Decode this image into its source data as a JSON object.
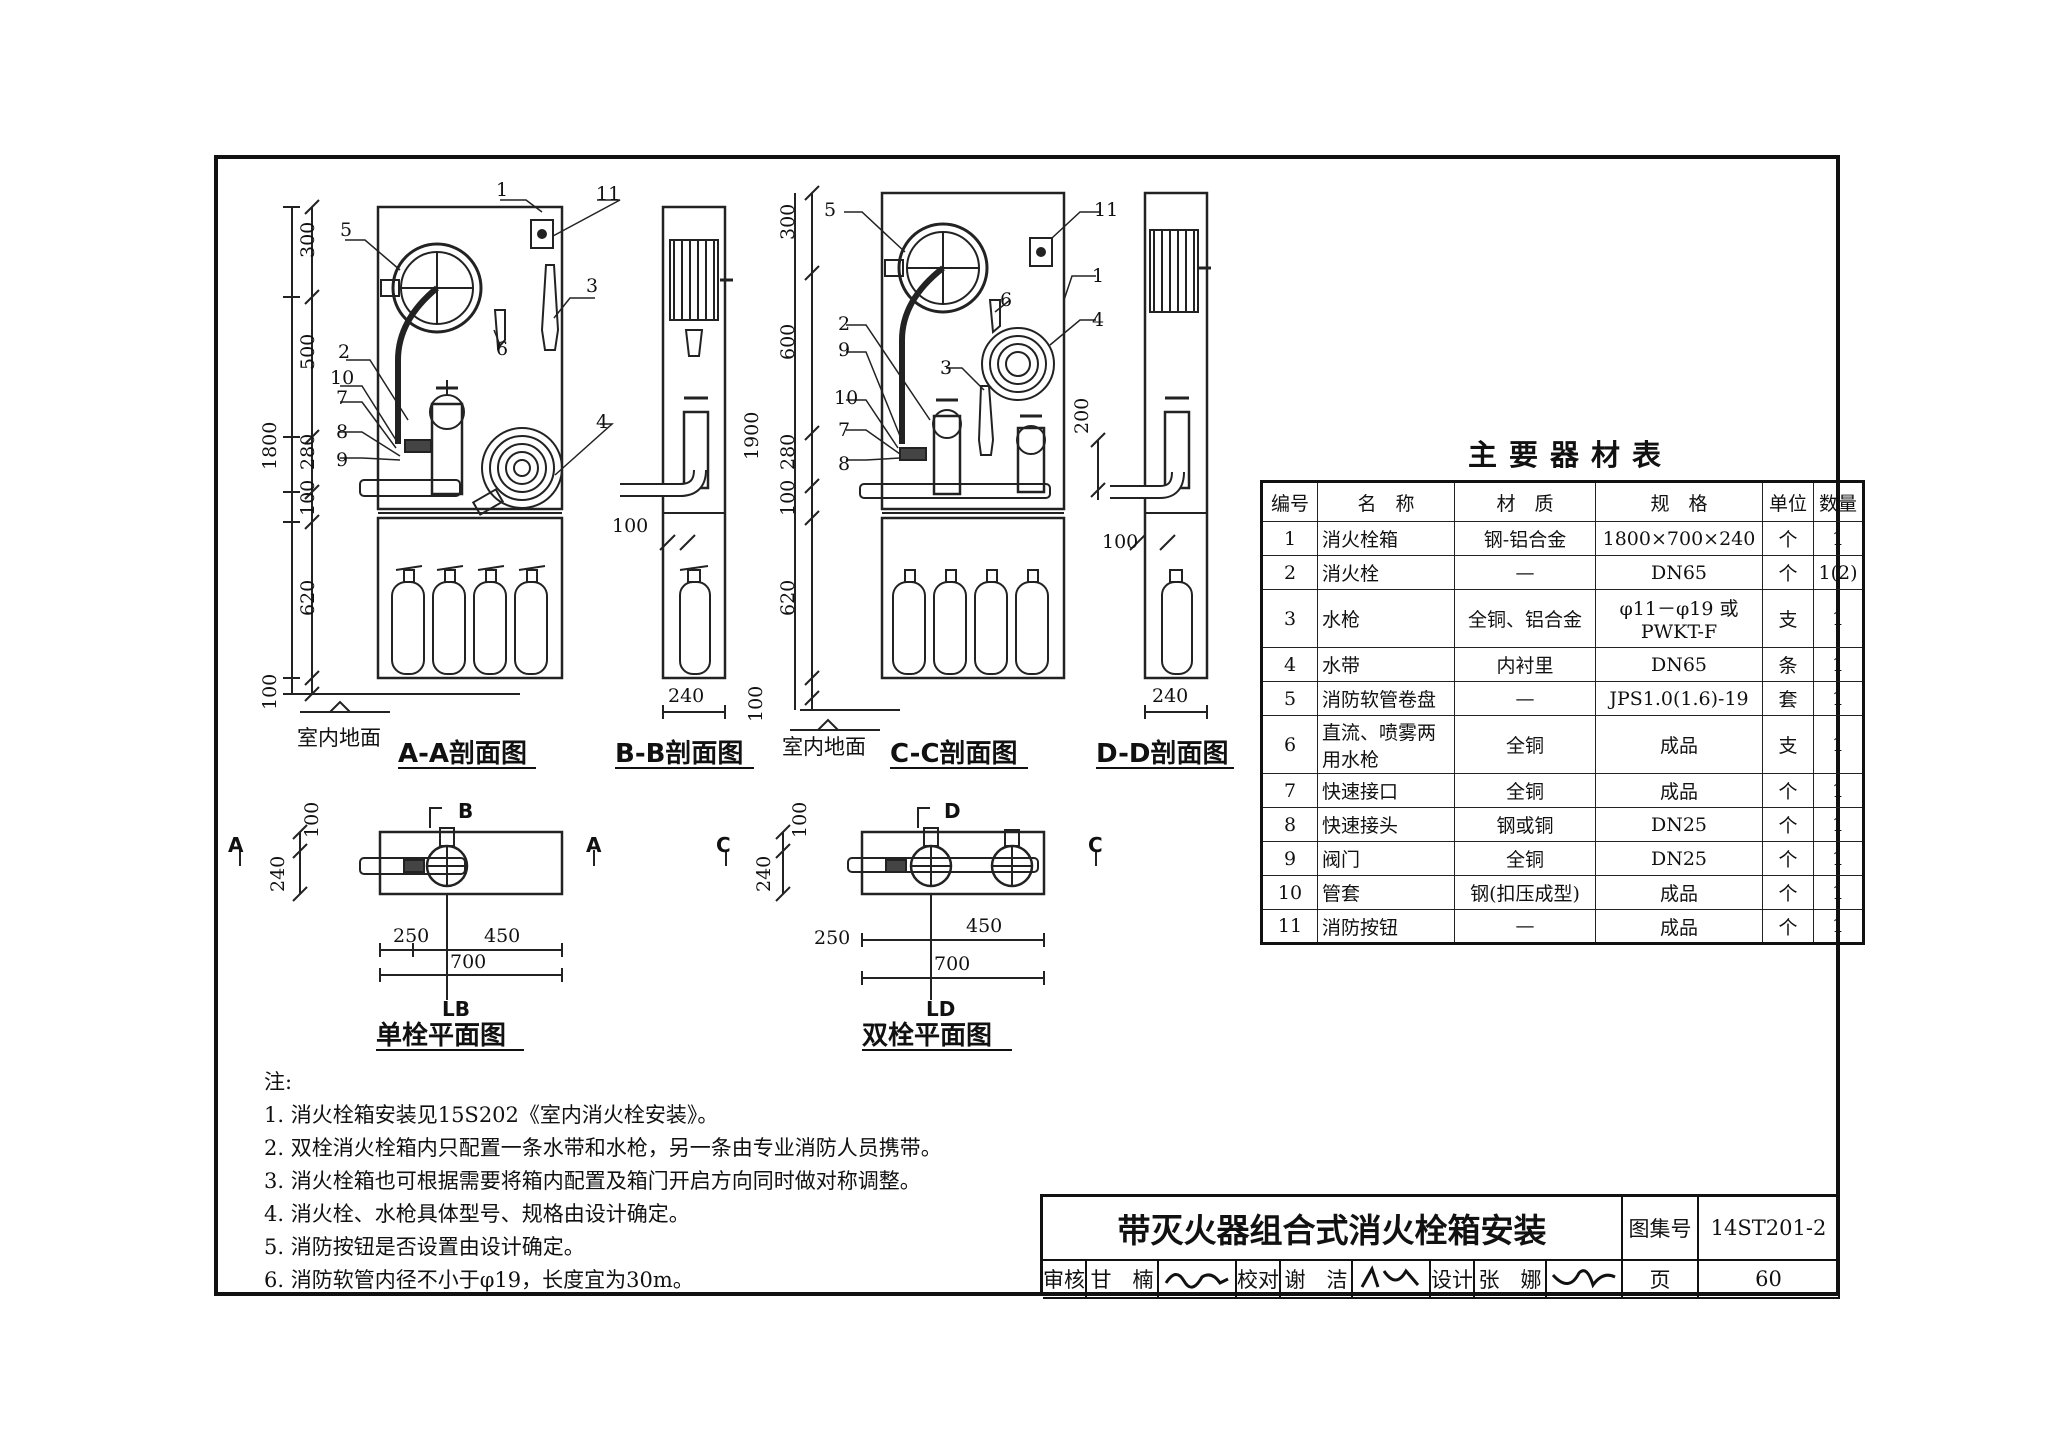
{
  "views": {
    "aa": "A-A剖面图",
    "bb": "B-B剖面图",
    "cc": "C-C剖面图",
    "dd": "D-D剖面图",
    "single": "单栓平面图",
    "double": "双栓平面图"
  },
  "floor_label": "室内地面",
  "dims": {
    "d300": "300",
    "d500": "500",
    "d1800": "1800",
    "d280": "280",
    "d100": "100",
    "d620": "620",
    "d1900": "1900",
    "d600": "600",
    "d200": "200",
    "d240": "240",
    "d250": "250",
    "d450": "450",
    "d700": "700"
  },
  "callouts": [
    "1",
    "2",
    "3",
    "4",
    "5",
    "6",
    "7",
    "8",
    "9",
    "10",
    "11"
  ],
  "section_marks": {
    "a": "A",
    "b": "B",
    "c": "C",
    "d": "D",
    "lb": "LB",
    "ld": "LD"
  },
  "bom": {
    "title": "主要器材表",
    "headers": [
      "编号",
      "名　称",
      "材　质",
      "规　格",
      "单位",
      "数量"
    ],
    "rows": [
      [
        "1",
        "消火栓箱",
        "钢-铝合金",
        "1800×700×240",
        "个",
        "1"
      ],
      [
        "2",
        "消火栓",
        "—",
        "DN65",
        "个",
        "1(2)"
      ],
      [
        "3",
        "水枪",
        "全铜、铝合金",
        "φ11－φ19 或PWKT-F",
        "支",
        "1"
      ],
      [
        "4",
        "水带",
        "内衬里",
        "DN65",
        "条",
        "1"
      ],
      [
        "5",
        "消防软管卷盘",
        "—",
        "JPS1.0(1.6)-19",
        "套",
        "1"
      ],
      [
        "6",
        "直流、喷雾两用水枪",
        "全铜",
        "成品",
        "支",
        "1"
      ],
      [
        "7",
        "快速接口",
        "全铜",
        "成品",
        "个",
        "1"
      ],
      [
        "8",
        "快速接头",
        "钢或铜",
        "DN25",
        "个",
        "1"
      ],
      [
        "9",
        "阀门",
        "全铜",
        "DN25",
        "个",
        "1"
      ],
      [
        "10",
        "管套",
        "钢(扣压成型)",
        "成品",
        "个",
        "1"
      ],
      [
        "11",
        "消防按钮",
        "—",
        "成品",
        "个",
        "1"
      ]
    ]
  },
  "notes": {
    "heading": "注:",
    "items": [
      "1. 消火栓箱安装见15S202《室内消火栓安装》。",
      "2. 双栓消火栓箱内只配置一条水带和水枪，另一条由专业消防人员携带。",
      "3. 消火栓箱也可根据需要将箱内配置及箱门开启方向同时做对称调整。",
      "4. 消火栓、水枪具体型号、规格由设计确定。",
      "5. 消防按钮是否设置由设计确定。",
      "6. 消防软管内径不小于φ19，长度宜为30m。"
    ]
  },
  "title_block": {
    "title": "带灭火器组合式消火栓箱安装",
    "atlas_label": "图集号",
    "atlas_no": "14ST201-2",
    "review_label": "审核",
    "reviewer": "甘　楠",
    "check_label": "校对",
    "checker": "谢　洁",
    "design_label": "设计",
    "designer": "张　娜",
    "page_label": "页",
    "page_no": "60"
  }
}
